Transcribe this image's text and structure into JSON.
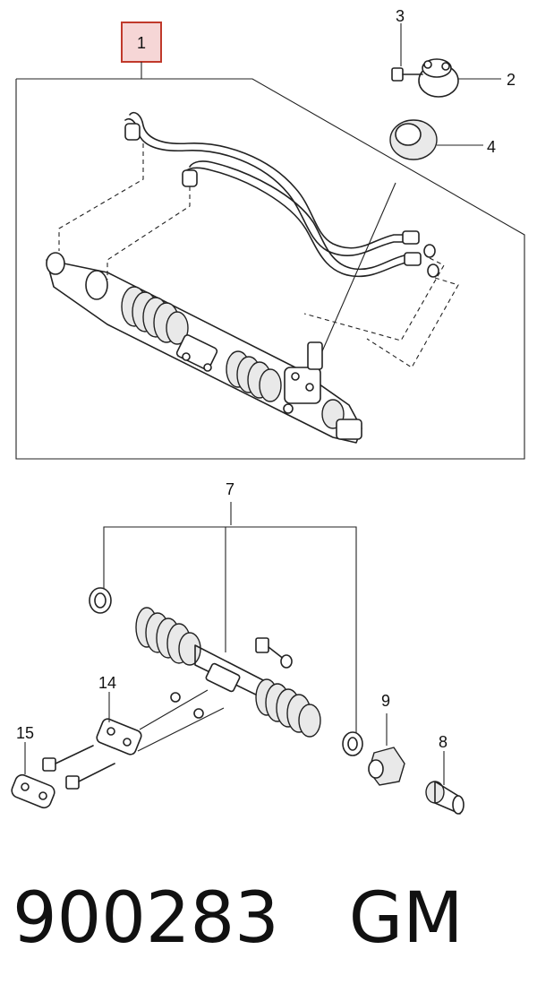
{
  "callouts": {
    "c1": "1",
    "c2": "2",
    "c3": "3",
    "c4": "4",
    "c7": "7",
    "c8": "8",
    "c9": "9",
    "c14": "14",
    "c15": "15"
  },
  "colors": {
    "highlight_box": "#c0392b",
    "highlight_fill": "#f6d6d6",
    "line": "#222222"
  },
  "footer": {
    "part_number": "900283",
    "brand": "GM"
  }
}
